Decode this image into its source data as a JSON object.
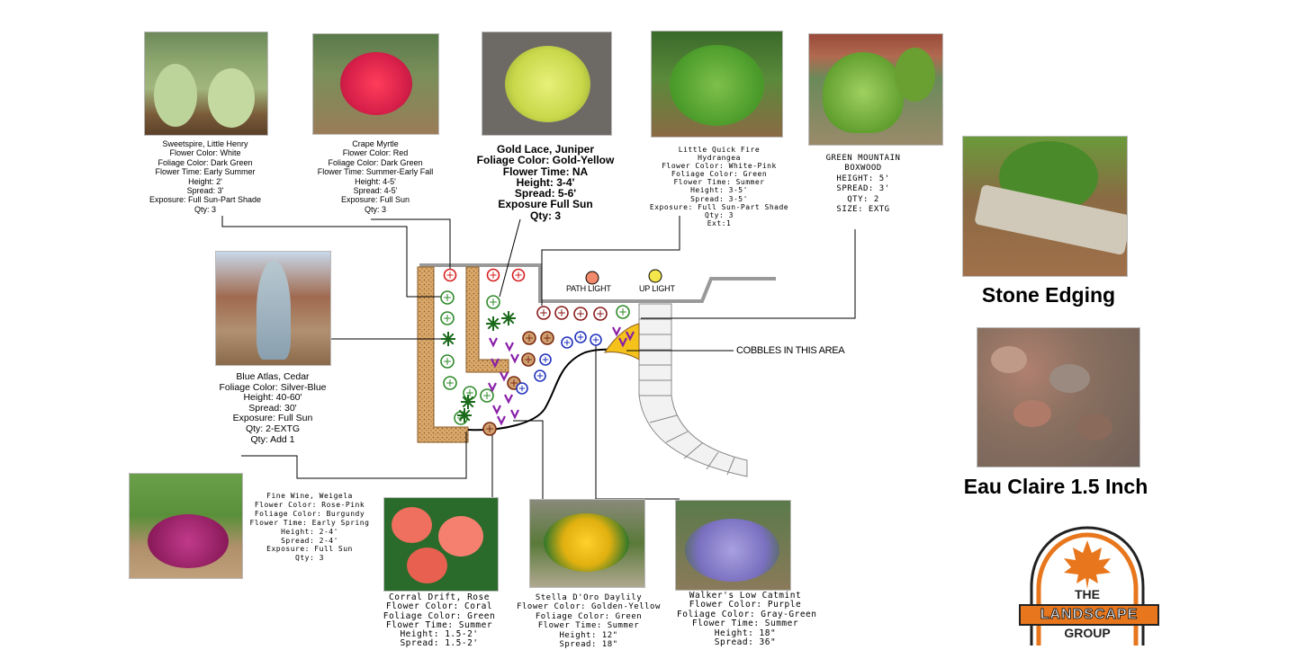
{
  "plants": [
    {
      "id": "sweetspire",
      "lines": [
        "Sweetspire, Little Henry",
        "Flower Color: White",
        "Foliage Color: Dark Green",
        "Flower Time: Early Summer",
        "Height: 2'",
        "Spread: 3'",
        "Exposure: Full Sun-Part Shade",
        "Qty: 3"
      ]
    },
    {
      "id": "crape-myrtle",
      "lines": [
        "Crape Myrtle",
        "Flower Color: Red",
        "Foliage Color: Dark Green",
        "Flower Time: Summer-Early Fall",
        "Height: 4-5'",
        "Spread: 4-5'",
        "Exposure: Full Sun",
        "Qty: 3"
      ]
    },
    {
      "id": "juniper",
      "lines": [
        "Gold Lace, Juniper",
        "Foliage Color: Gold-Yellow",
        "Flower Time: NA",
        "Height: 3-4'",
        "Spread: 5-6'",
        "Exposure Full Sun",
        "Qty: 3"
      ]
    },
    {
      "id": "hydrangea",
      "lines": [
        "Little Quick Fire",
        "Hydrangea",
        "Flower Color: White-Pink",
        "Foliage Color: Green",
        "Flower Time: Summer",
        "Height: 3-5'",
        "Spread: 3-5'",
        "Exposure: Full Sun-Part Shade",
        "Qty: 3",
        "Ext:1"
      ]
    },
    {
      "id": "boxwood",
      "lines": [
        "GREEN MOUNTAIN",
        "BOXWOOD",
        "HEIGHT: 5'",
        "SPREAD: 3'",
        "QTY: 2",
        "SIZE: EXTG"
      ]
    },
    {
      "id": "cedar",
      "lines": [
        "Blue Atlas, Cedar",
        "Foliage Color: Silver-Blue",
        "Height: 40-60'",
        "Spread: 30'",
        "Exposure: Full Sun",
        "Qty: 2-EXTG",
        "Qty: Add 1"
      ]
    },
    {
      "id": "weigela",
      "lines": [
        "Fine Wine, Weigela",
        "Flower Color: Rose-Pink",
        "Foliage Color: Burgundy",
        "Flower Time: Early Spring",
        "Height: 2-4'",
        "Spread: 2-4'",
        "Exposure: Full Sun",
        "Qty: 3"
      ]
    },
    {
      "id": "rose",
      "lines": [
        "Corral Drift, Rose",
        "Flower Color: Coral",
        "Foliage Color: Green",
        "Flower Time: Summer",
        "Height: 1.5-2'",
        "Spread: 1.5-2'"
      ]
    },
    {
      "id": "daylily",
      "lines": [
        "Stella D'Oro Daylily",
        "Flower Color: Golden-Yellow",
        "Foliage Color: Green",
        "Flower Time: Summer",
        "Height: 12\"",
        "Spread: 18\""
      ]
    },
    {
      "id": "catmint",
      "lines": [
        "Walker's Low Catmint",
        "Flower Color: Purple",
        "Foliage Color: Gray-Green",
        "Flower Time: Summer",
        "Height: 18\"",
        "Spread: 36\""
      ]
    }
  ],
  "materials": {
    "stone_edging": "Stone Edging",
    "eau_claire": "Eau Claire 1.5 Inch"
  },
  "plan": {
    "path_light": "PATH LIGHT",
    "up_light": "UP LIGHT",
    "cobbles": "COBBLES IN THIS AREA"
  },
  "logo": {
    "the": "THE",
    "name": "LANDSCAPE",
    "group": "GROUP"
  },
  "colors": {
    "bed_border": "#c69a5e",
    "red_plant": "#d61e1e",
    "green_plant": "#2f8a2a",
    "blue_plant": "#2233bb",
    "purple_plant": "#8a1fa8",
    "logo_orange": "#e8761c",
    "cobble_yellow": "#f4c21a"
  }
}
